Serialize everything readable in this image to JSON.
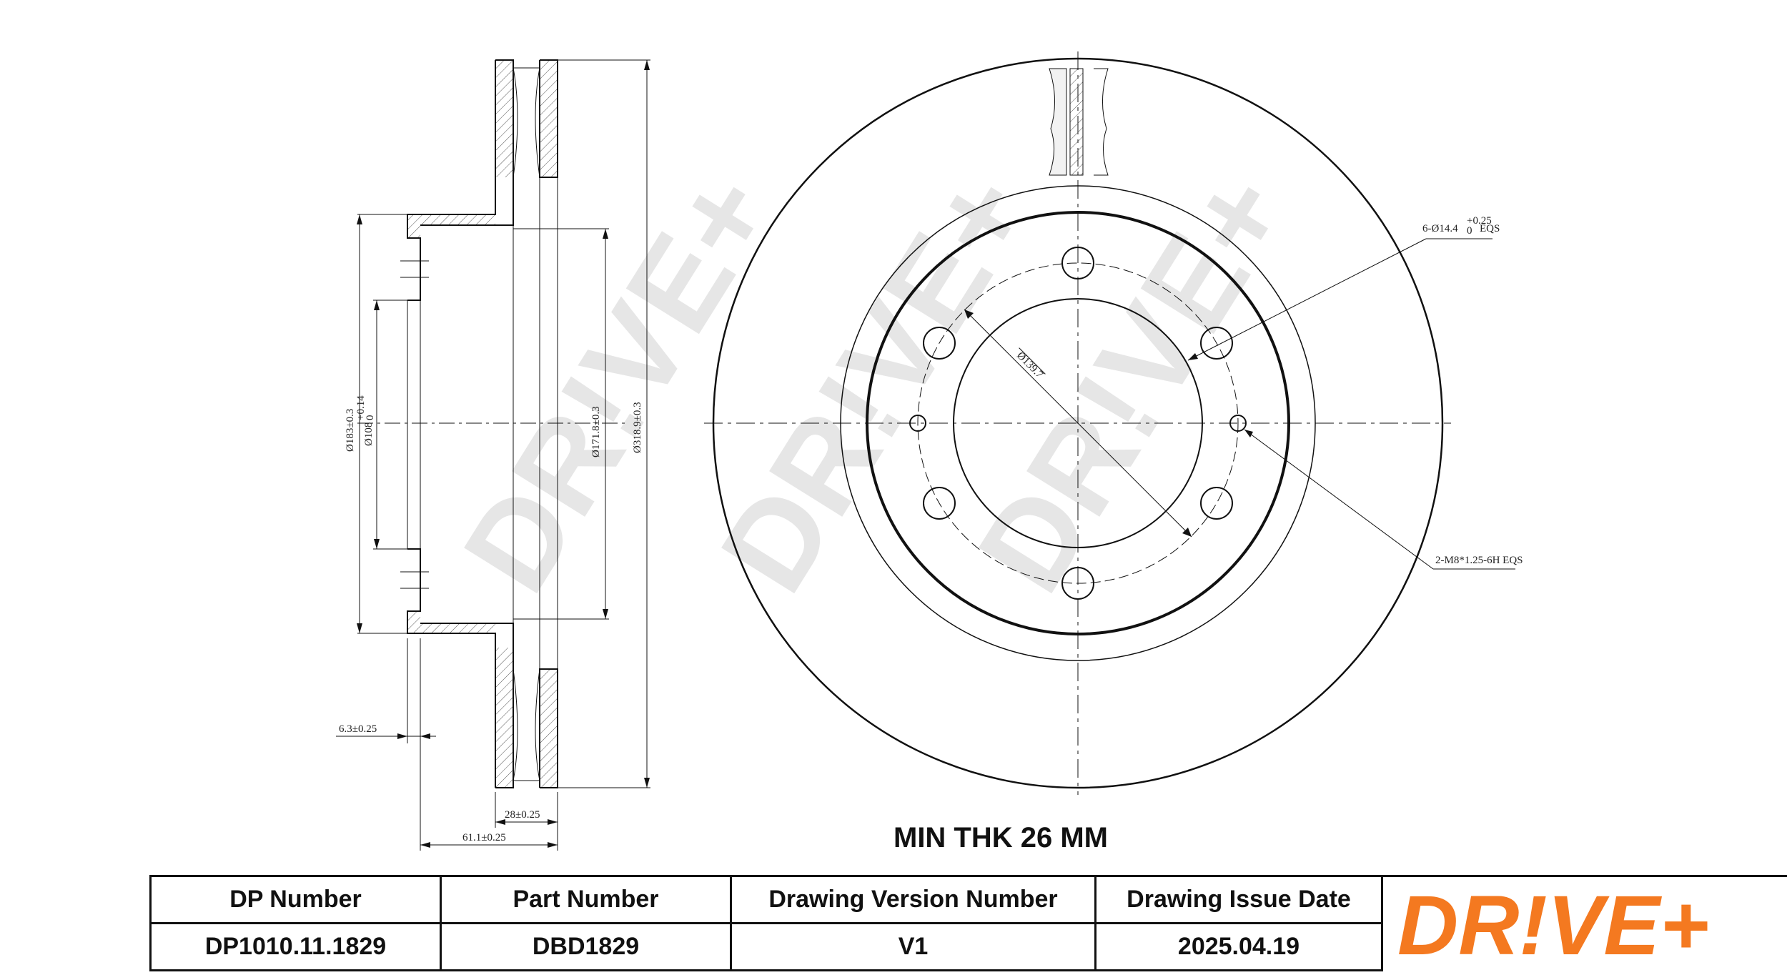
{
  "watermark": "DR!VE+",
  "side_view": {
    "dims": {
      "outer_dia": "Ø318.9±0.3",
      "hat_dia": "Ø183±0.3",
      "center_bore": "Ø108",
      "center_bore_tol_upper": "+0.14",
      "center_bore_tol_lower": "0",
      "inner_dia": "Ø171.8±0.3",
      "hat_thickness": "6.3±0.25",
      "disc_thickness": "28±0.25",
      "total_height": "61.1±0.25"
    }
  },
  "front_view": {
    "dims": {
      "pcd": "Ø139.7",
      "bolt_holes_prefix": "6-Ø14.4",
      "bolt_holes_tol_upper": "+0.25",
      "bolt_holes_tol_lower": "0",
      "bolt_holes_suffix": "EQS",
      "threads": "2-M8*1.25-6H EQS"
    }
  },
  "min_thickness": "MIN THK 26 MM",
  "title_block": {
    "headers": [
      "DP Number",
      "Part Number",
      "Drawing Version Number",
      "Drawing Issue Date"
    ],
    "values": [
      "DP1010.11.1829",
      "DBD1829",
      "V1",
      "2025.04.19"
    ]
  },
  "logo": {
    "text": "DR!VE+",
    "color": "#f47920"
  }
}
